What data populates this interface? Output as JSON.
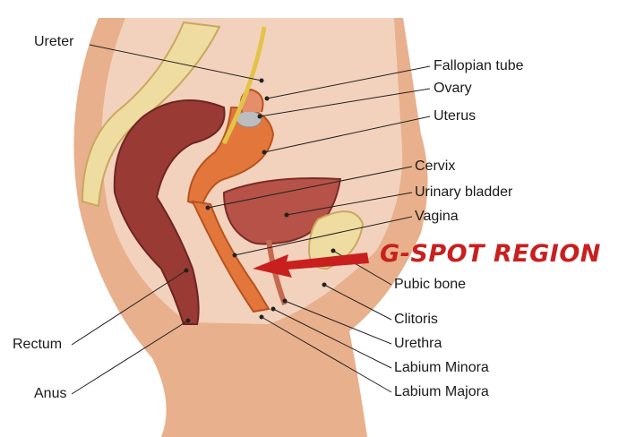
{
  "labels": {
    "ureter": "Ureter",
    "fallopian_tube": "Fallopian tube",
    "ovary": "Ovary",
    "uterus": "Uterus",
    "cervix": "Cervix",
    "urinary_bladder": "Urinary bladder",
    "vagina": "Vagina",
    "pubic_bone": "Pubic bone",
    "clitoris": "Clitoris",
    "urethra": "Urethra",
    "labium_minora": "Labium Minora",
    "labium_majora": "Labium Majora",
    "rectum": "Rectum",
    "anus": "Anus"
  },
  "callout": {
    "text": "G-SPOT REGION",
    "color": "#c8201f"
  },
  "colors": {
    "skin": "#e8b08c",
    "tissue": "#f3d2bd",
    "spine": "#efdca0",
    "colon": "#9a3a35",
    "uterus": "#e3773b",
    "bladder": "#b65248"
  }
}
